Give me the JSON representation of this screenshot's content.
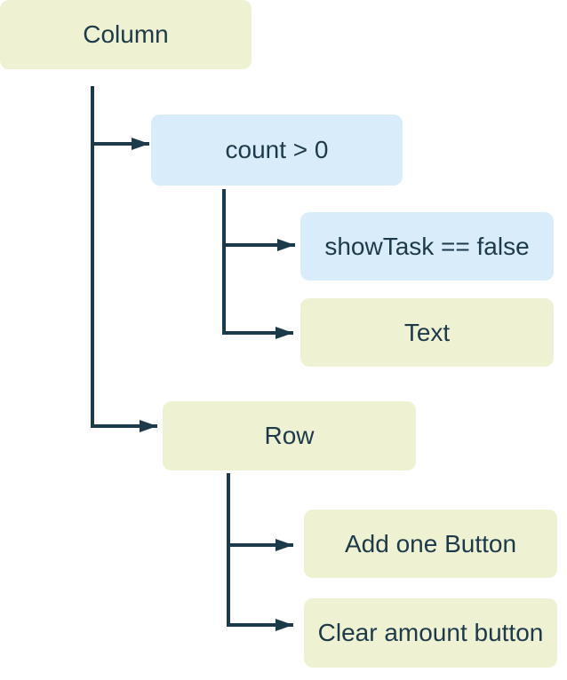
{
  "colors": {
    "background": "#ffffff",
    "node_yellow": "#eef2d2",
    "node_blue": "#d8ecfa",
    "line": "#1d3a4a",
    "text": "#1d3a4a"
  },
  "diagram": {
    "type": "tree",
    "nodes": [
      {
        "id": "column",
        "label": "Column",
        "fill": "yellow"
      },
      {
        "id": "count-condition",
        "label": "count > 0",
        "fill": "blue"
      },
      {
        "id": "showtask-condition",
        "label": "showTask == false",
        "fill": "blue"
      },
      {
        "id": "text",
        "label": "Text",
        "fill": "yellow"
      },
      {
        "id": "row",
        "label": "Row",
        "fill": "yellow"
      },
      {
        "id": "add-one-button",
        "label": "Add one Button",
        "fill": "yellow"
      },
      {
        "id": "clear-amount-button",
        "label": "Clear amount button",
        "fill": "yellow"
      }
    ],
    "edges": [
      {
        "from": "column",
        "to": "count-condition"
      },
      {
        "from": "column",
        "to": "row"
      },
      {
        "from": "count-condition",
        "to": "showtask-condition"
      },
      {
        "from": "count-condition",
        "to": "text"
      },
      {
        "from": "row",
        "to": "add-one-button"
      },
      {
        "from": "row",
        "to": "clear-amount-button"
      }
    ]
  }
}
